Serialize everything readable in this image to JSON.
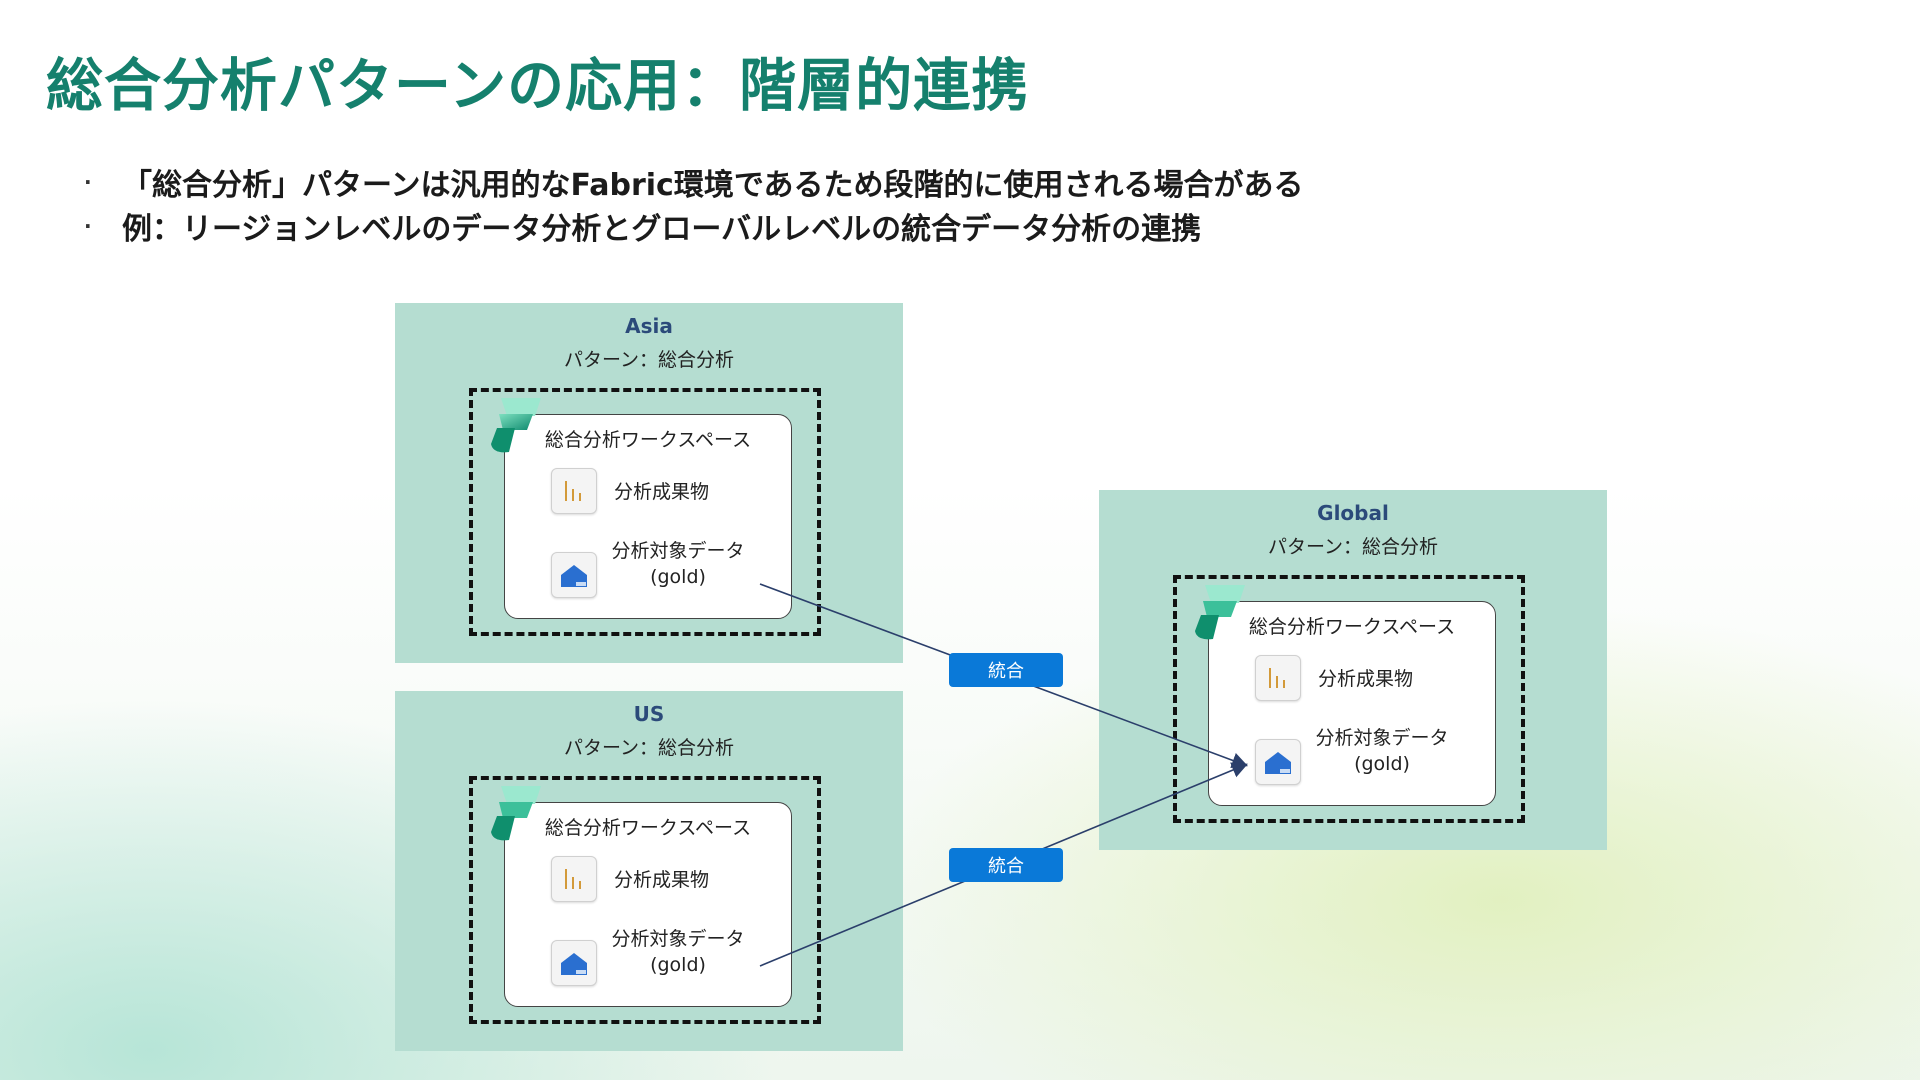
{
  "title": "総合分析パターンの応用：階層的連携",
  "bullets": [
    "「総合分析」パターンは汎用的なFabric環境であるため段階的に使用される場合がある",
    "例：リージョンレベルのデータ分析とグローバルレベルの統合データ分析の連携"
  ],
  "regions": {
    "asia": {
      "name": "Asia",
      "pattern": "パターン：総合分析",
      "workspace": "総合分析ワークスペース",
      "artifacts": "分析成果物",
      "data_line1": "分析対象データ",
      "data_line2": "(gold)"
    },
    "us": {
      "name": "US",
      "pattern": "パターン：総合分析",
      "workspace": "総合分析ワークスペース",
      "artifacts": "分析成果物",
      "data_line1": "分析対象データ",
      "data_line2": "(gold)"
    },
    "global": {
      "name": "Global",
      "pattern": "パターン：総合分析",
      "workspace": "総合分析ワークスペース",
      "artifacts": "分析成果物",
      "data_line1": "分析対象データ",
      "data_line2": "(gold)"
    }
  },
  "connectors": {
    "asia_to_global_label": "統合",
    "us_to_global_label": "統合"
  },
  "colors": {
    "title": "#15806d",
    "region_fill": "#b5ddd1",
    "badge": "#0a79d8",
    "region_title": "#2b4a7a",
    "arrow": "#2b3f6b"
  },
  "icons": [
    "fabric-logo-icon",
    "report-chart-icon",
    "lakehouse-icon"
  ]
}
